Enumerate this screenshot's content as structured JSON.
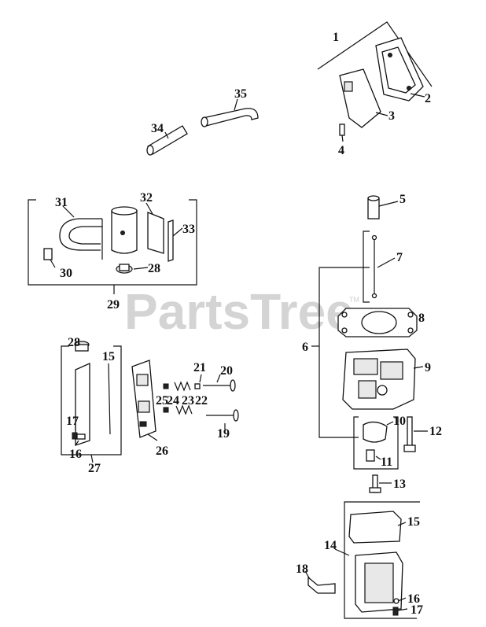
{
  "watermark": "PartsTree",
  "trademark": "TM",
  "callouts": {
    "c1": "1",
    "c2": "2",
    "c3": "3",
    "c4": "4",
    "c5": "5",
    "c6": "6",
    "c7": "7",
    "c8": "8",
    "c9": "9",
    "c10": "10",
    "c11": "11",
    "c12": "12",
    "c13": "13",
    "c14": "14",
    "c15a": "15",
    "c15b": "15",
    "c16a": "16",
    "c16b": "16",
    "c17a": "17",
    "c17b": "17",
    "c18": "18",
    "c19": "19",
    "c20": "20",
    "c21": "21",
    "c22": "22",
    "c23": "23",
    "c24": "24",
    "c25": "25",
    "c26": "26",
    "c27": "27",
    "c28a": "28",
    "c28b": "28",
    "c29": "29",
    "c30": "30",
    "c31": "31",
    "c32": "32",
    "c33": "33",
    "c34": "34",
    "c35": "35"
  }
}
